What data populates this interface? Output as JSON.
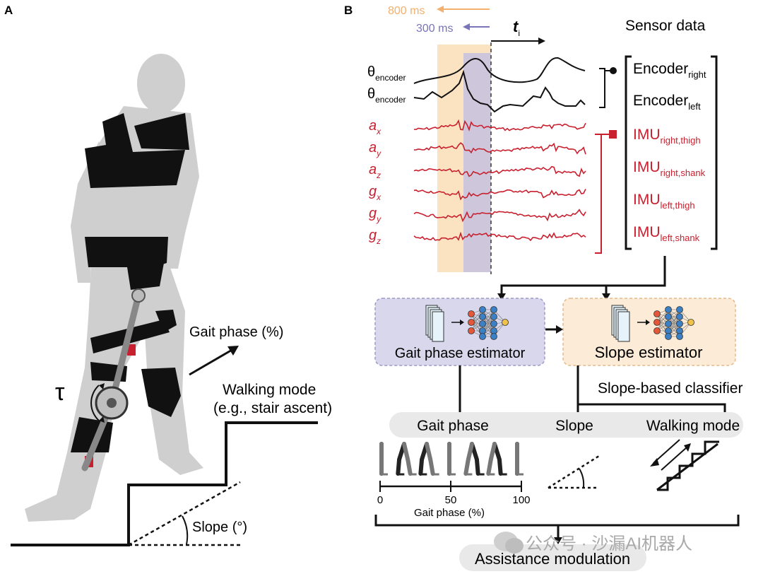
{
  "panel_a": {
    "label": "A",
    "gait_phase_label": "Gait phase (%)",
    "tau_symbol": "τ",
    "walking_mode_label": "Walking mode",
    "walking_mode_example": "(e.g., stair ascent)",
    "slope_label": "Slope (°)"
  },
  "panel_b": {
    "label": "B",
    "window_long": "800 ms",
    "window_short": "300 ms",
    "time_symbol": "t",
    "time_subscript": "i",
    "sensor_data_title": "Sensor data",
    "encoder_trace_label": "θ",
    "encoder_trace_sub": "encoder",
    "imu_trace_labels": [
      {
        "main": "a",
        "sub": "x"
      },
      {
        "main": "a",
        "sub": "y"
      },
      {
        "main": "a",
        "sub": "z"
      },
      {
        "main": "g",
        "sub": "x"
      },
      {
        "main": "g",
        "sub": "y"
      },
      {
        "main": "g",
        "sub": "z"
      }
    ],
    "encoder_sources": [
      {
        "main": "Encoder",
        "sub": "right"
      },
      {
        "main": "Encoder",
        "sub": "left"
      }
    ],
    "imu_sources": [
      {
        "main": "IMU",
        "sub": "right,thigh"
      },
      {
        "main": "IMU",
        "sub": "right,shank"
      },
      {
        "main": "IMU",
        "sub": "left,thigh"
      },
      {
        "main": "IMU",
        "sub": "left,shank"
      }
    ],
    "gait_estimator": "Gait phase estimator",
    "slope_estimator": "Slope estimator",
    "slope_classifier": "Slope-based classifier",
    "outputs": {
      "gait_phase": "Gait phase",
      "slope": "Slope",
      "walking_mode": "Walking mode"
    },
    "gait_axis": {
      "ticks": [
        "0",
        "50",
        "100"
      ],
      "label": "Gait phase (%)"
    },
    "assistance": "Assistance modulation",
    "watermark": "公众号 · 沙漏AI机器人"
  },
  "colors": {
    "orange_window": "#fbe3c2",
    "purple_window": "#c9c3de",
    "imu_red": "#c8202f",
    "gait_box": "#d8d7ec",
    "slope_box": "#fcebd6",
    "output_band": "#e9e9e9"
  }
}
